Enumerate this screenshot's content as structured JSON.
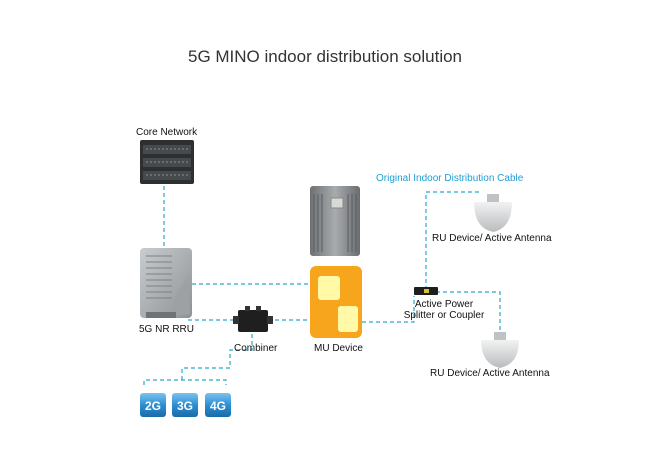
{
  "title": "5G MINO indoor distribution solution",
  "labels": {
    "core_network": "Core Network",
    "nr_rru": "5G NR RRU",
    "combiner": "Combiner",
    "mu_device": "MU Device",
    "splitter_line1": "Active Power",
    "splitter_line2": "Splitter or Coupler",
    "cable": "Original Indoor Distribution Cable",
    "ru_top": "RU Device/ Active Antenna",
    "ru_bottom": "RU Device/ Active Antenna"
  },
  "networks": [
    "2G",
    "3G",
    "4G"
  ],
  "colors": {
    "link": "#2fa6cc",
    "cable_text": "#1e9fd6",
    "mu_orange": "#f7a51c",
    "mu_panel": "#fff9a8",
    "network_blue": "#2c8fd3"
  }
}
